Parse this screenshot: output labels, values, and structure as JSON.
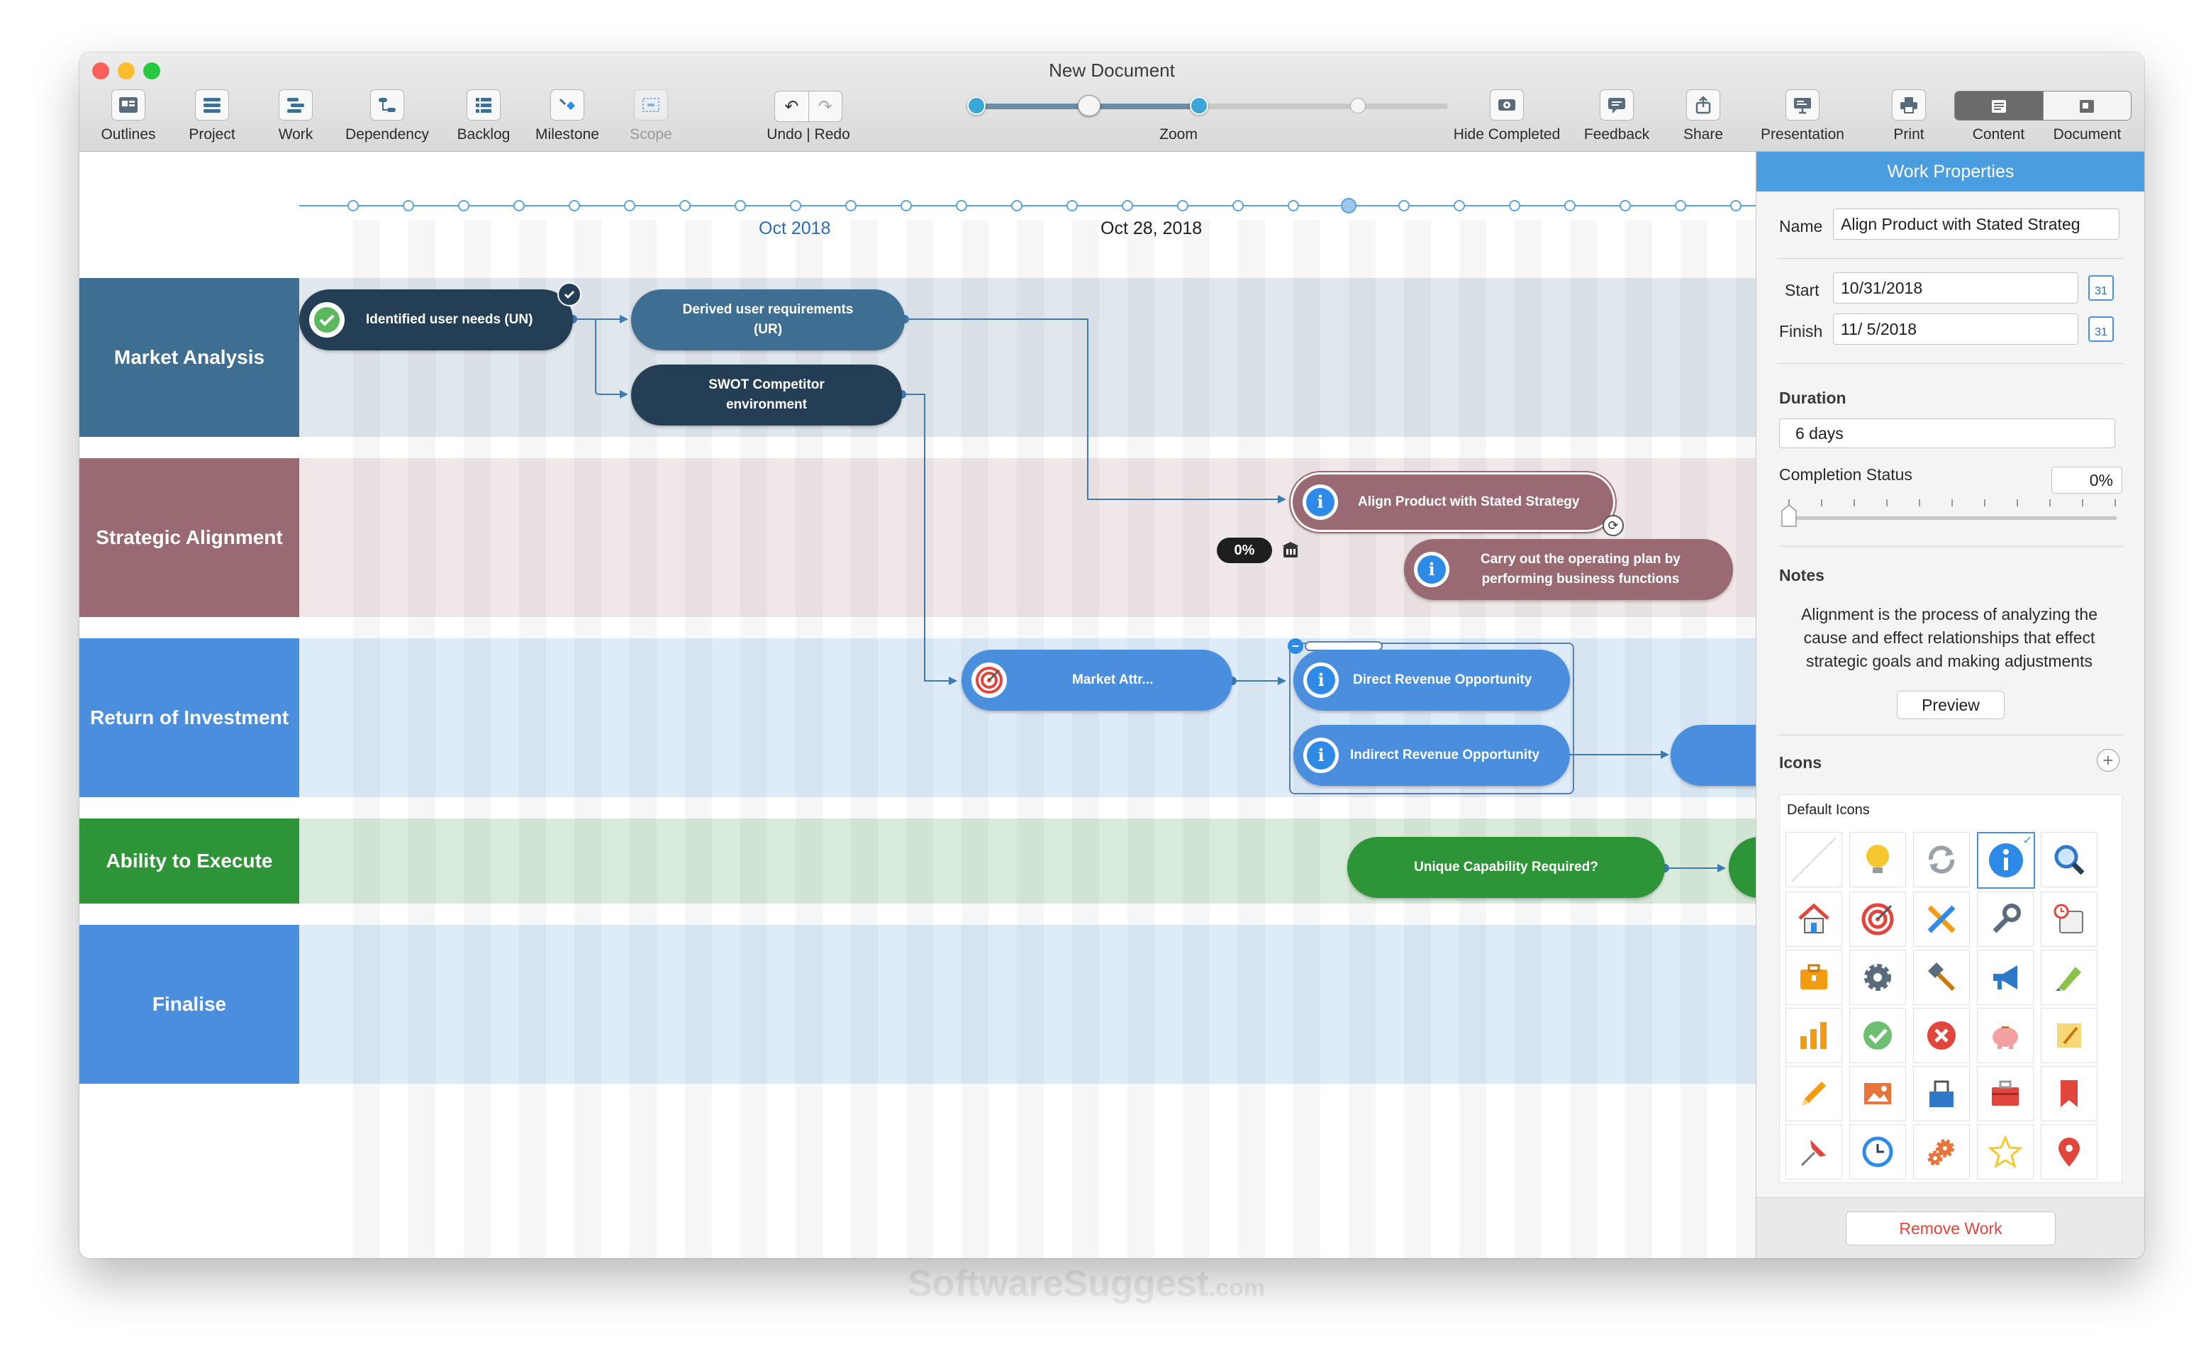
{
  "window": {
    "title": "New Document"
  },
  "toolbar": {
    "items": [
      {
        "label": "Outlines"
      },
      {
        "label": "Project"
      },
      {
        "label": "Work"
      },
      {
        "label": "Dependency"
      },
      {
        "label": "Backlog"
      },
      {
        "label": "Milestone"
      },
      {
        "label": "Scope"
      }
    ],
    "undo_redo": "Undo | Redo",
    "zoom_label": "Zoom",
    "right_items": [
      {
        "label": "Hide Completed"
      },
      {
        "label": "Feedback"
      },
      {
        "label": "Share"
      },
      {
        "label": "Presentation"
      },
      {
        "label": "Print"
      }
    ],
    "content_label": "Content",
    "document_label": "Document"
  },
  "timeline": {
    "month": "Oct 2018",
    "current_date": "Oct 28, 2018"
  },
  "lanes": [
    {
      "name": "Market Analysis",
      "color": "#3e6f93"
    },
    {
      "name": "Strategic Alignment",
      "color": "#9a6a73"
    },
    {
      "name": "Return of Investment",
      "color": "#4a8ede"
    },
    {
      "name": "Ability to Execute",
      "color": "#2e9438"
    },
    {
      "name": "Finalise",
      "color": "#4a8ede"
    }
  ],
  "nodes": {
    "identified": "Identified user needs (UN)",
    "derived_line1": "Derived user requirements",
    "derived_line2": "(UR)",
    "swot_line1": "SWOT Competitor",
    "swot_line2": "environment",
    "align": "Align Product with Stated Strategy",
    "carry_line1": "Carry out the operating plan by",
    "carry_line2": "performing business functions",
    "market": "Market Attr...",
    "direct": "Direct Revenue Opportunity",
    "indirect": "Indirect Revenue Opportunity",
    "unique": "Unique Capability Required?",
    "progress_badge": "0%"
  },
  "panel": {
    "header": "Work Properties",
    "name_label": "Name",
    "name_value": "Align Product with Stated Strateg",
    "start_label": "Start",
    "start_value": "10/31/2018",
    "finish_label": "Finish",
    "finish_value": "11/  5/2018",
    "calendar_day": "31",
    "duration_label": "Duration",
    "duration_value": "6 days",
    "completion_label": "Completion Status",
    "completion_value": "0%",
    "notes_label": "Notes",
    "notes_text": "Alignment is the process of analyzing the cause and effect relationships that effect strategic goals and making adjustments",
    "preview_button": "Preview",
    "icons_label": "Icons",
    "default_icons_label": "Default Icons",
    "remove_button": "Remove Work"
  },
  "watermark": {
    "main": "SoftwareSuggest",
    "suffix": ".com"
  }
}
